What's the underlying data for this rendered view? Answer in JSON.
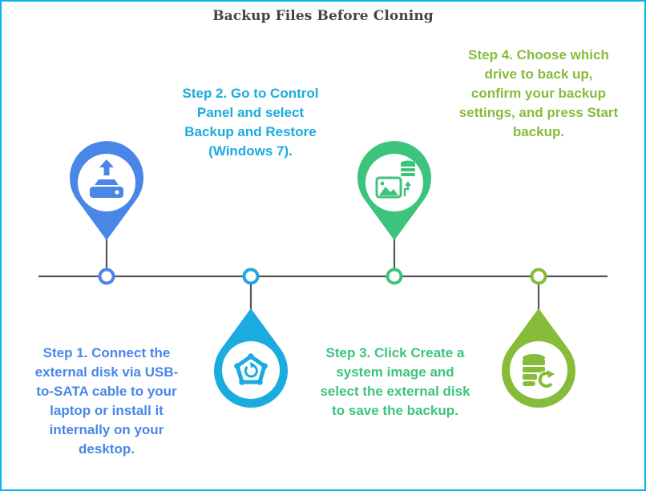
{
  "title": "Backup Files Before Cloning",
  "colors": {
    "frame": "#0ab4ec",
    "title": "#444444",
    "timeline": "#555555",
    "step1": "#4a86e8",
    "step2": "#1aabdf",
    "step3": "#3cc47c",
    "step4": "#86bc3a"
  },
  "steps": [
    {
      "id": 1,
      "text": "Step 1. Connect the external disk via USB-to-SATA cable to your laptop or install it internally on your desktop.",
      "icon": "external-drive-upload-icon",
      "pin_direction": "above-line"
    },
    {
      "id": 2,
      "text": "Step 2. Go to Control Panel and select Backup and Restore (Windows 7).",
      "icon": "network-restore-icon",
      "pin_direction": "below-line"
    },
    {
      "id": 3,
      "text": "Step 3. Click Create a system image and select the external disk to save the backup.",
      "icon": "image-to-database-icon",
      "pin_direction": "above-line"
    },
    {
      "id": 4,
      "text": "Step 4. Choose which drive to back up, confirm your backup settings, and press Start backup.",
      "icon": "database-sync-icon",
      "pin_direction": "below-line"
    }
  ]
}
